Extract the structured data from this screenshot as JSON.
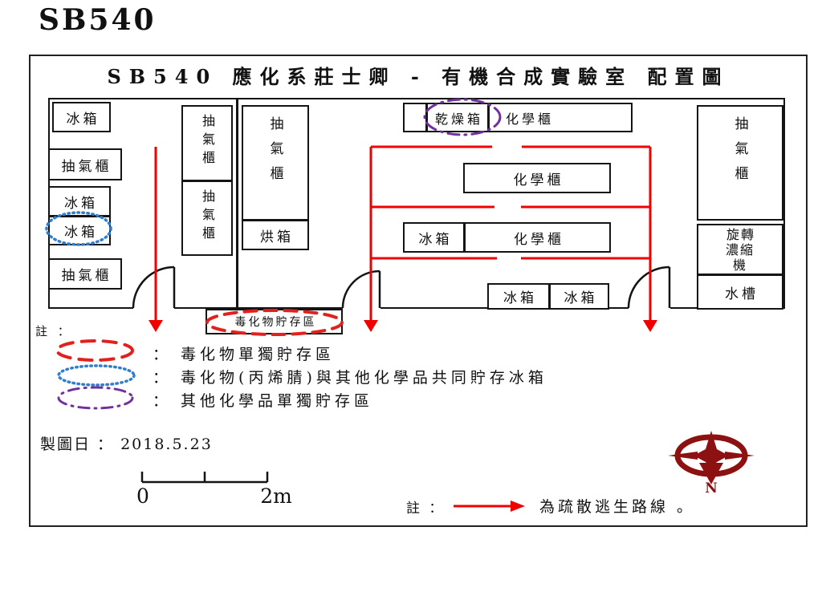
{
  "page": {
    "heading": "SB540"
  },
  "figure": {
    "title": "SB540 應化系莊士卿 - 有機合成實驗室 配置圖"
  },
  "equipment": {
    "fridge": "冰箱",
    "fume_hood": "抽氣櫃",
    "oven": "烘箱",
    "drying_oven": "乾燥箱",
    "chemical_cabinet": "化學櫃",
    "rotary_evaporator": "旋轉\n濃縮\n機",
    "sink": "水槽",
    "toxic_storage_area": "毒化物貯存區"
  },
  "legend": {
    "heading": "註 ：",
    "items": [
      {
        "symbol": "red-dashed-ellipse",
        "color": "#e0211d",
        "label": "： 毒化物單獨貯存區"
      },
      {
        "symbol": "blue-dotted-ellipse",
        "color": "#2e7fd0",
        "label": "： 毒化物(丙烯腈)與其他化學品共同貯存冰箱"
      },
      {
        "symbol": "purple-dashdot-ellipse",
        "color": "#7030a0",
        "label": "： 其他化學品單獨貯存區"
      }
    ]
  },
  "footer": {
    "date": "製圖日 ： 2018.5.23",
    "scale_start": "0",
    "scale_end": "2m",
    "route_note_label": "註 ：",
    "route_note_text": "為疏散逃生路線 。",
    "compass_label": "N"
  },
  "colors": {
    "escape_route_red": "#f10000",
    "toxic_red": "#e0211d",
    "fridge_blue": "#2e7fd0",
    "chemical_purple": "#7030a0",
    "compass_maroon": "#8e1111",
    "wall_black": "#141414"
  }
}
